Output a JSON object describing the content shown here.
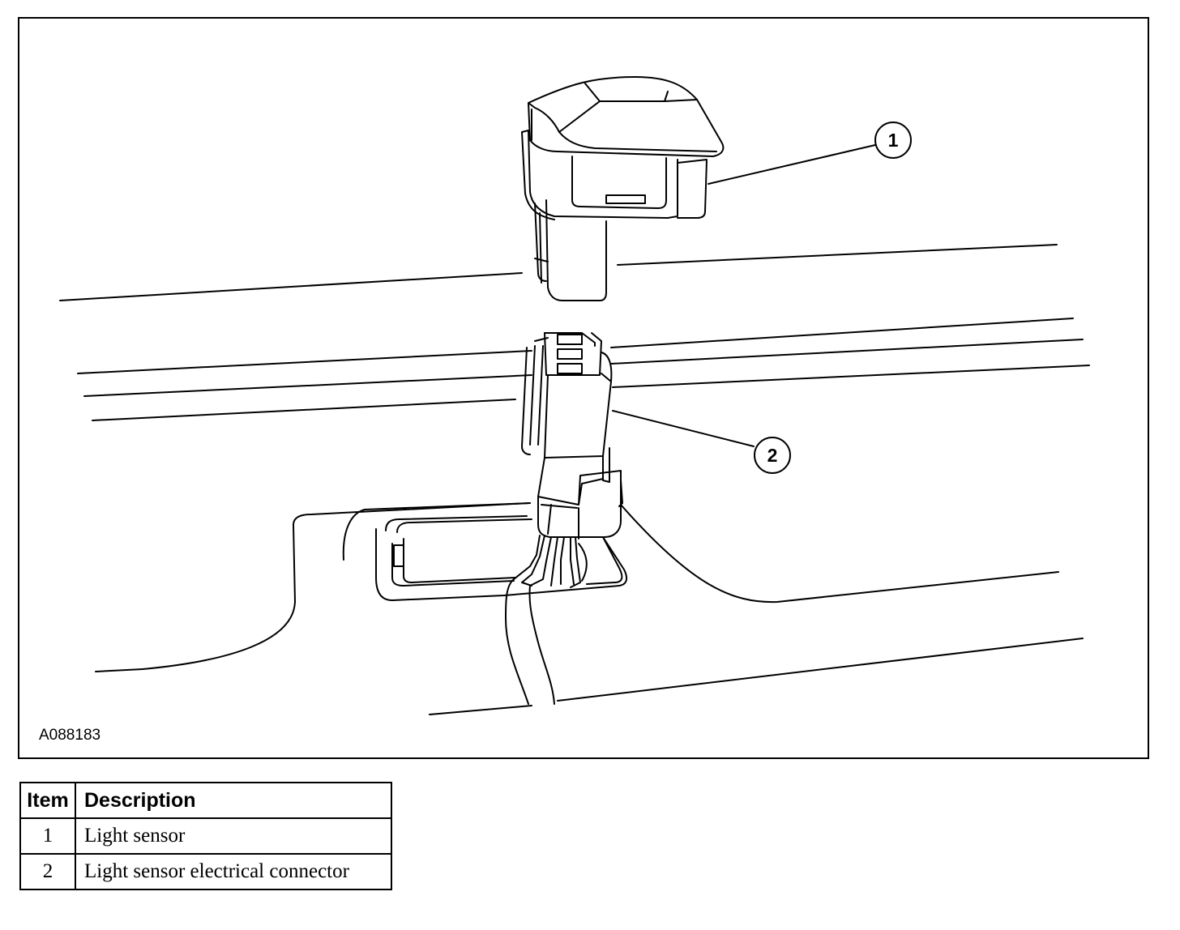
{
  "figure": {
    "id_label": "A088183",
    "callouts": [
      "1",
      "2"
    ]
  },
  "legend": {
    "headers": {
      "item": "Item",
      "description": "Description"
    },
    "rows": [
      {
        "item": "1",
        "description": "Light sensor"
      },
      {
        "item": "2",
        "description": "Light sensor electrical connector"
      }
    ]
  }
}
